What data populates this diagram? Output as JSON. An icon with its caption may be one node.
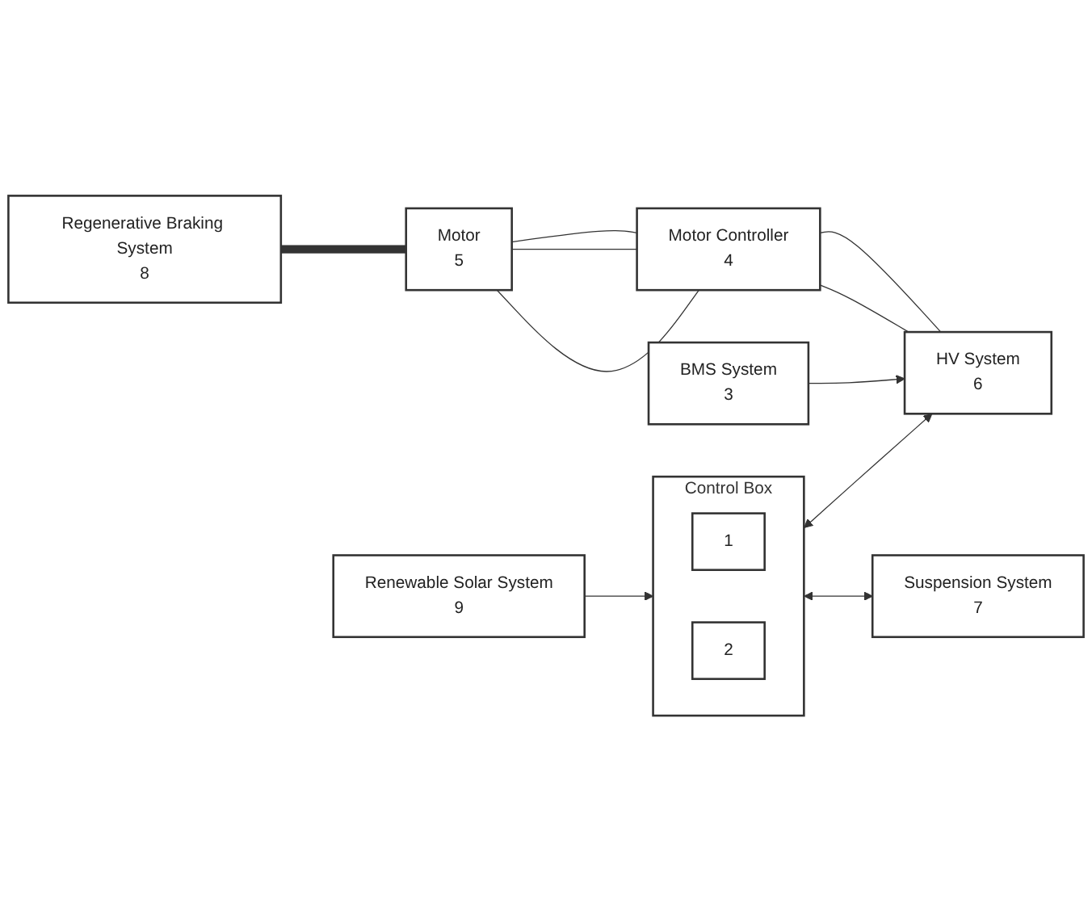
{
  "diagram": {
    "nodes": [
      {
        "text": [
          "Regenerative Braking System",
          "8"
        ]
      },
      {
        "text": [
          "Motor",
          "5"
        ]
      },
      {
        "text": [
          "Motor Controller",
          "4"
        ]
      },
      {
        "text": [
          "HV System",
          "6"
        ]
      },
      {
        "text": [
          "BMS System",
          "3"
        ]
      },
      {
        "text": [
          "Renewable Solar System",
          "9"
        ]
      },
      {
        "text": [
          "Control Box"
        ]
      },
      {
        "text": [
          "1"
        ],
        "in": 6
      },
      {
        "text": [
          "2"
        ],
        "in": 6
      },
      {
        "text": [
          "Suspension System",
          "7"
        ]
      }
    ],
    "edges": [
      {
        "from": 0,
        "to": 1,
        "arrow": "none",
        "style": "thick"
      },
      {
        "from": 1,
        "to": 2,
        "arrow": "none"
      },
      {
        "from": 1,
        "to": 2,
        "arrow": "none"
      },
      {
        "from": 1,
        "to": 2,
        "arrow": "none"
      },
      {
        "from": 2,
        "to": 3,
        "arrow": "none"
      },
      {
        "from": 2,
        "to": 3,
        "arrow": "none"
      },
      {
        "from": 4,
        "to": 3,
        "arrow": "to"
      },
      {
        "from": 6,
        "to": 3,
        "arrow": "both"
      },
      {
        "from": 5,
        "to": 6,
        "arrow": "to"
      },
      {
        "from": 6,
        "to": 9,
        "arrow": "both"
      }
    ]
  }
}
